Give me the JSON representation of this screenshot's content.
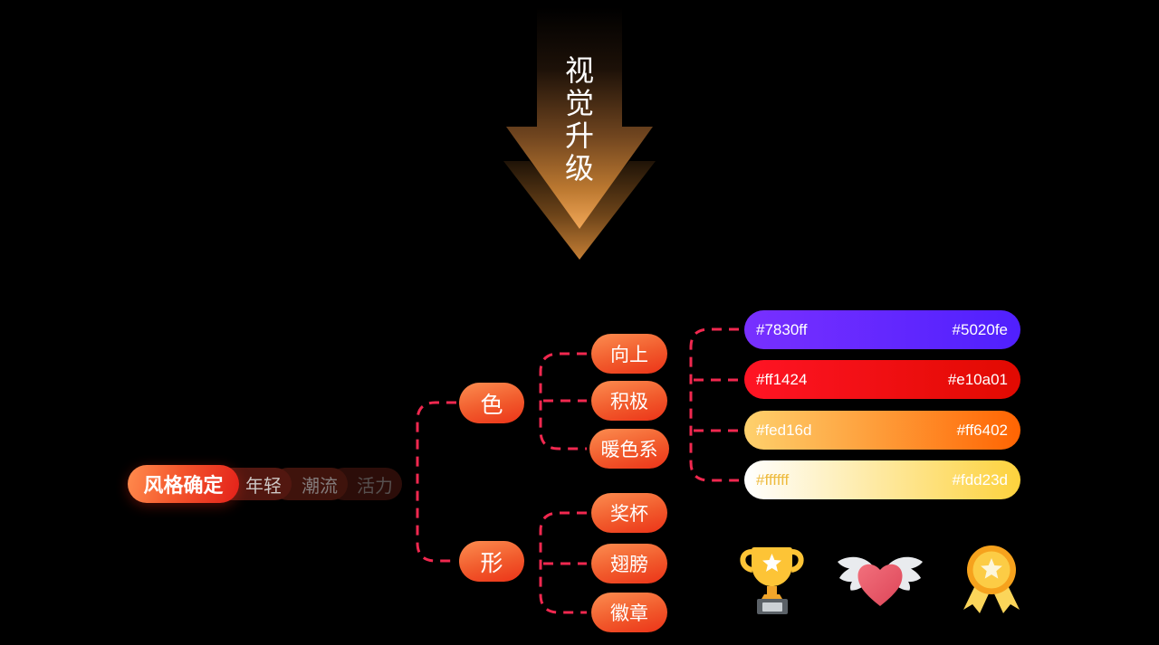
{
  "arrow": {
    "label": "视觉升级",
    "chars": [
      "视",
      "觉",
      "升",
      "级"
    ]
  },
  "root": {
    "label": "风格确定",
    "tags": [
      {
        "label": "年轻"
      },
      {
        "label": "潮流"
      },
      {
        "label": "活力"
      }
    ]
  },
  "branches": [
    {
      "label": "色",
      "children": [
        {
          "label": "向上"
        },
        {
          "label": "积极"
        },
        {
          "label": "暖色系"
        }
      ]
    },
    {
      "label": "形",
      "children": [
        {
          "label": "奖杯"
        },
        {
          "label": "翅膀"
        },
        {
          "label": "徽章"
        }
      ]
    }
  ],
  "palette": [
    {
      "left": "#7830ff",
      "right": "#5020fe",
      "left_text": "#ffffff",
      "right_text": "#ffffff"
    },
    {
      "left": "#ff1424",
      "right": "#e10a01",
      "left_text": "#ffffff",
      "right_text": "#ffffff"
    },
    {
      "left": "#fed16d",
      "right": "#ff6402",
      "left_text": "#ffffff",
      "right_text": "#ffffff"
    },
    {
      "left": "#ffffff",
      "right": "#fdd23d",
      "left_text": "#eebb3e",
      "right_text": "#ffffff"
    }
  ],
  "icons": [
    {
      "name": "trophy"
    },
    {
      "name": "winged-heart"
    },
    {
      "name": "medal"
    }
  ],
  "colors": {
    "background": "#000000",
    "dash_line": "#f1284f",
    "node_gradient_start": "#fc8d50",
    "node_gradient_end": "#ec3318",
    "arrow_orange": "#f0a455"
  }
}
